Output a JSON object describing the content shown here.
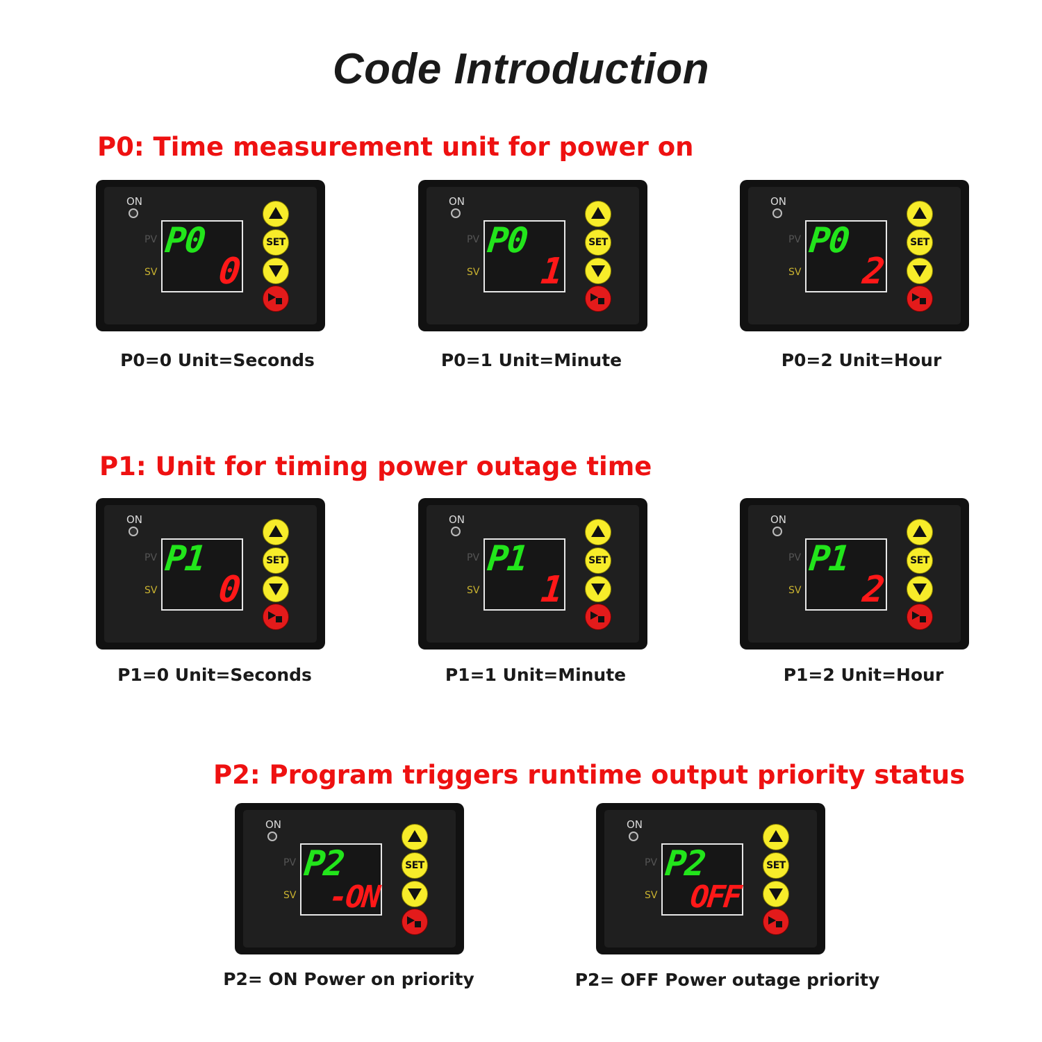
{
  "title": "Code Introduction",
  "device_labels": {
    "on": "ON",
    "pv": "PV",
    "sv": "SV",
    "set": "SET"
  },
  "sections": [
    {
      "heading": "P0: Time measurement unit for power on",
      "items": [
        {
          "pv": "P0",
          "sv": "0",
          "caption": "P0=0 Unit=Seconds"
        },
        {
          "pv": "P0",
          "sv": "1",
          "caption": "P0=1 Unit=Minute"
        },
        {
          "pv": "P0",
          "sv": "2",
          "caption": "P0=2 Unit=Hour"
        }
      ]
    },
    {
      "heading": "P1: Unit for timing power outage time",
      "items": [
        {
          "pv": "P1",
          "sv": "0",
          "caption": "P1=0 Unit=Seconds"
        },
        {
          "pv": "P1",
          "sv": "1",
          "caption": "P1=1 Unit=Minute"
        },
        {
          "pv": "P1",
          "sv": "2",
          "caption": "P1=2 Unit=Hour"
        }
      ]
    },
    {
      "heading": "P2: Program triggers runtime output priority status",
      "items": [
        {
          "pv": "P2",
          "sv": "-ON",
          "caption": "P2= ON Power on priority"
        },
        {
          "pv": "P2",
          "sv": "OFF",
          "caption": "P2= OFF Power outage priority"
        }
      ]
    }
  ],
  "colors": {
    "title": "#1a1a1a",
    "heading": "#ee1111",
    "pv_display": "#22e51b",
    "sv_display": "#ff1818",
    "button_yellow": "#f7ec2a",
    "button_red": "#e31b1b"
  }
}
